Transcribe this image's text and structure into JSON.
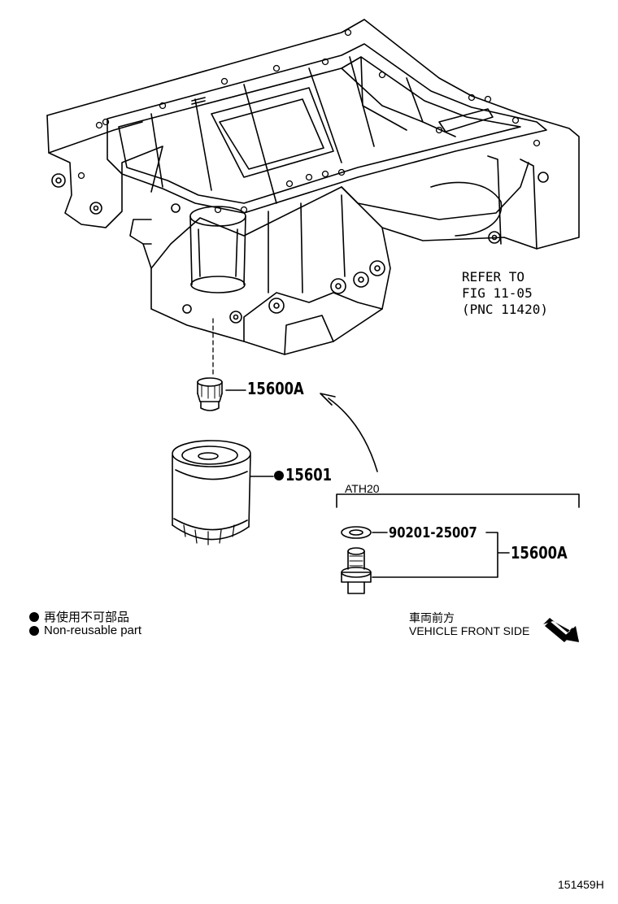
{
  "parts": {
    "drain_plug_top": "15600A",
    "oil_filter": "15601",
    "gasket": "90201-25007",
    "drain_plug_kit": "15600A"
  },
  "refer": {
    "line1": "REFER TO",
    "line2": "FIG 11-05",
    "line3": "(PNC 11420)"
  },
  "variant_label": "ATH20",
  "legend": {
    "jp": "再使用不可部品",
    "en": "Non-reusable part"
  },
  "direction": {
    "jp": "車両前方",
    "en": "VEHICLE FRONT SIDE"
  },
  "figure_id": "151459H"
}
